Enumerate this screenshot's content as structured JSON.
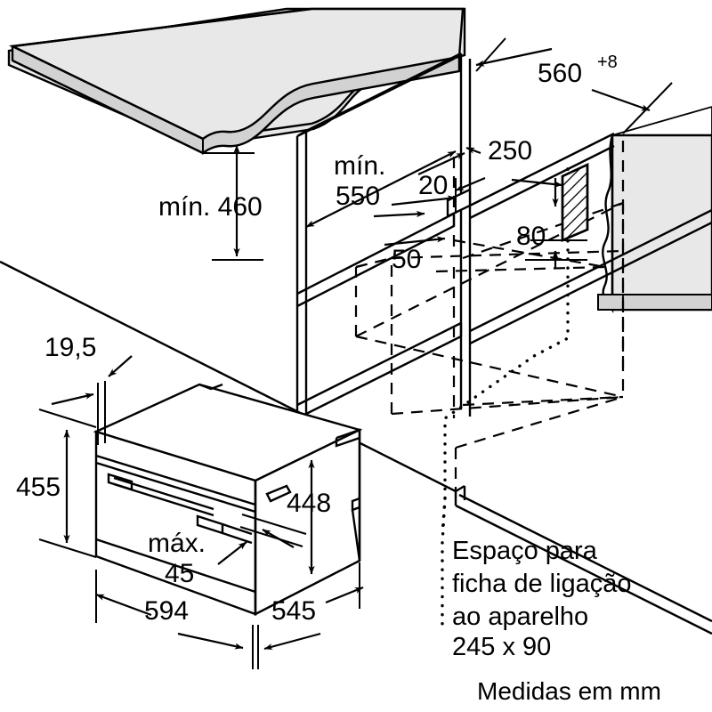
{
  "drawing": {
    "title": "Installation dimension diagram for built-in compact oven",
    "units_note": "Medidas em mm",
    "socket_note_lines": [
      "Espaço para",
      "ficha de ligação",
      "ao aparelho",
      "245 x 90"
    ],
    "colors": {
      "line": "#000000",
      "panel_fill": "#e8e8e8",
      "panel_edge_fill": "#d2d2d2",
      "background": "#ffffff"
    }
  },
  "dimensions": {
    "niche_height_min": {
      "label": "mín. 460",
      "value": 460,
      "prefix": "mín."
    },
    "niche_depth_min": {
      "label_line1": "mín.",
      "label_line2": "550",
      "value": 550
    },
    "opening_width": {
      "label": "560",
      "superscript": "+8",
      "value": 560,
      "tolerance": "+8"
    },
    "rear_recess_depth": {
      "label": "250",
      "value": 250
    },
    "gap_20": {
      "label": "20",
      "value": 20
    },
    "gap_50": {
      "label": "50",
      "value": 50
    },
    "socket_height_80": {
      "label": "80",
      "value": 80
    },
    "front_panel_thickness": {
      "label": "19,5",
      "value": 19.5
    },
    "appliance_front_height": {
      "label": "455",
      "value": 455
    },
    "appliance_body_height": {
      "label": "448",
      "value": 448
    },
    "appliance_max_gap": {
      "label_line1": "máx.",
      "label_line2": "45",
      "value": 45,
      "prefix": "máx."
    },
    "appliance_width": {
      "label": "594",
      "value": 594
    },
    "appliance_depth": {
      "label": "545",
      "value": 545
    }
  }
}
